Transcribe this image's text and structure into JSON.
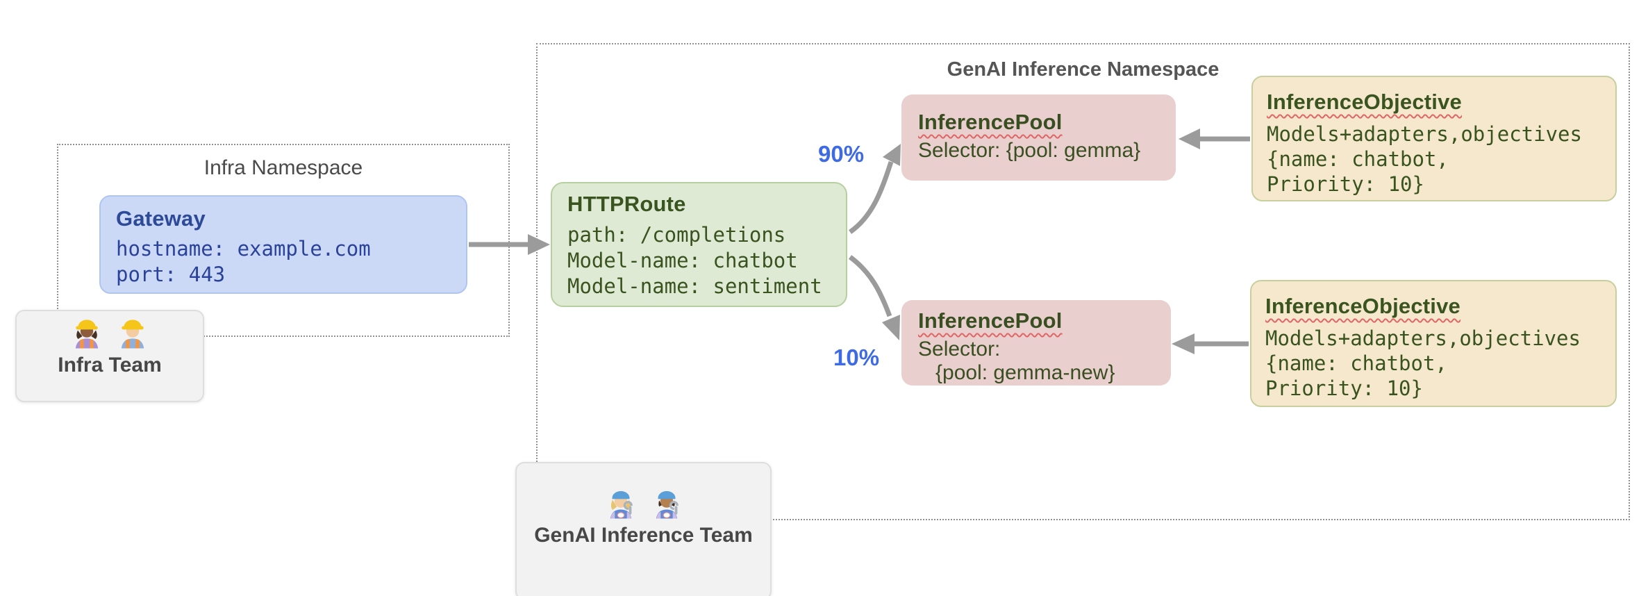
{
  "infra_namespace": {
    "label": "Infra Namespace"
  },
  "genai_namespace": {
    "label": "GenAI Inference Namespace"
  },
  "gateway": {
    "title": "Gateway",
    "lines": [
      "hostname: example.com",
      "port: 443"
    ]
  },
  "httproute": {
    "title": "HTTPRoute",
    "lines": [
      "path: /completions",
      "Model-name: chatbot",
      "Model-name: sentiment"
    ]
  },
  "pools": [
    {
      "title": "InferencePool",
      "lines": [
        "Selector: {pool: gemma}",
        ""
      ]
    },
    {
      "title": "InferencePool",
      "lines": [
        "Selector:",
        "   {pool: gemma-new}"
      ]
    }
  ],
  "objectives": [
    {
      "title": "InferenceObjective",
      "lines": [
        "Models+adapters,objectives",
        "{name: chatbot,",
        "Priority: 10}"
      ]
    },
    {
      "title": "InferenceObjective",
      "lines": [
        "Models+adapters,objectives",
        "{name: chatbot,",
        "Priority: 10}"
      ]
    }
  ],
  "weights": {
    "to_pool_1": "90%",
    "to_pool_2": "10%"
  },
  "infra_team": {
    "label": "Infra Team",
    "icons": [
      "woman-construction-worker-emoji",
      "man-construction-worker-emoji"
    ]
  },
  "genai_team": {
    "label": "GenAI Inference Team",
    "icons": [
      "woman-mechanic-emoji",
      "man-mechanic-emoji"
    ]
  },
  "colors": {
    "gateway_fill": "#cbd9f7",
    "gateway_text": "#2a4299",
    "httproute_fill": "#dfead5",
    "green_text": "#39531f",
    "pool_fill": "#e9cfce",
    "objective_fill": "#f6e8cd",
    "percent_blue": "#3e6be3",
    "arrow_gray": "#9b9b9b",
    "squiggle_red": "#e06666",
    "namespace_border": "#8f8f8f",
    "team_fill": "#f2f2f3"
  }
}
